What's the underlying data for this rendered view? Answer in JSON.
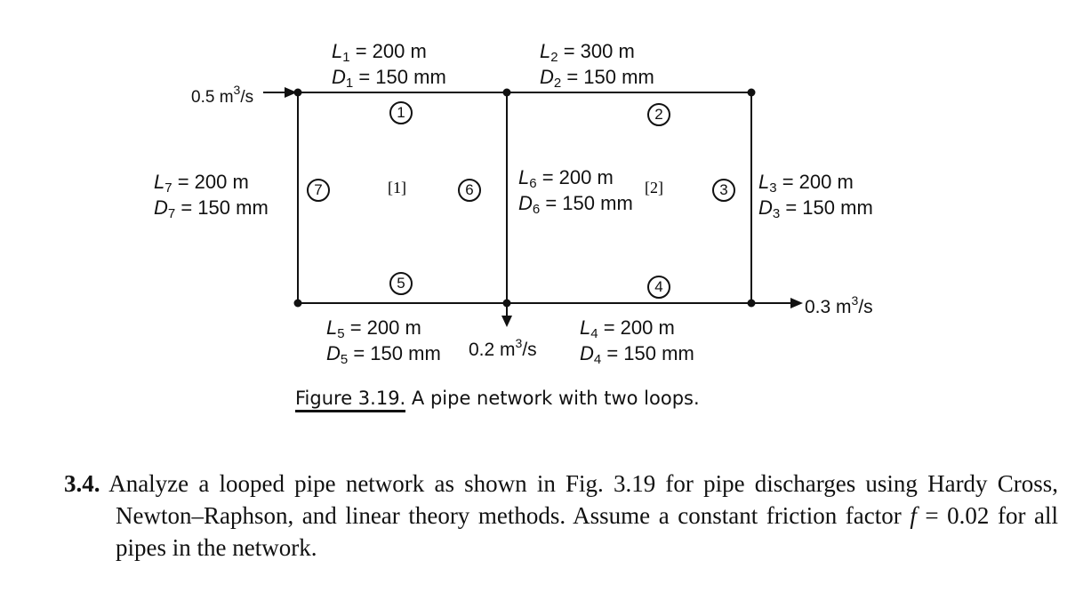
{
  "pipes": [
    {
      "id": "1",
      "l_label": "L",
      "l_sub": "1",
      "l_value": " = 200 m",
      "d_label": "D",
      "d_sub": "1",
      "d_value": " = 150 mm"
    },
    {
      "id": "2",
      "l_label": "L",
      "l_sub": "2",
      "l_value": " = 300 m",
      "d_label": "D",
      "d_sub": "2",
      "d_value": " = 150 mm"
    },
    {
      "id": "3",
      "l_label": "L",
      "l_sub": "3",
      "l_value": " = 200 m",
      "d_label": "D",
      "d_sub": "3",
      "d_value": " = 150 mm"
    },
    {
      "id": "4",
      "l_label": "L",
      "l_sub": "4",
      "l_value": " = 200 m",
      "d_label": "D",
      "d_sub": "4",
      "d_value": " = 150 mm"
    },
    {
      "id": "5",
      "l_label": "L",
      "l_sub": "5",
      "l_value": " = 200 m",
      "d_label": "D",
      "d_sub": "5",
      "d_value": " = 150 mm"
    },
    {
      "id": "6",
      "l_label": "L",
      "l_sub": "6",
      "l_value": " = 200 m",
      "d_label": "D",
      "d_sub": "6",
      "d_value": " = 150 mm"
    },
    {
      "id": "7",
      "l_label": "L",
      "l_sub": "7",
      "l_value": " = 200 m",
      "d_label": "D",
      "d_sub": "7",
      "d_value": " = 150 mm"
    }
  ],
  "loops": [
    "[1]",
    "[2]"
  ],
  "flows": {
    "inflow": {
      "value": "0.5 m",
      "exp": "3",
      "unit_tail": "/s"
    },
    "outflow_right": {
      "value": "0.3 m",
      "exp": "3",
      "unit_tail": "/s"
    },
    "outflow_bottom": {
      "value": "0.2 m",
      "exp": "3",
      "unit_tail": "/s"
    }
  },
  "caption": {
    "label": "Figure 3.19.",
    "text": " A pipe network with two loops."
  },
  "problem": {
    "number": "3.4.",
    "text": " Analyze a looped pipe network as shown in Fig. 3.19 for pipe discharges using Hardy Cross, Newton–Raphson, and linear theory methods. Assume a constant friction factor ",
    "f_symbol": "f",
    "f_value": " = 0.02 for all pipes in the network."
  }
}
